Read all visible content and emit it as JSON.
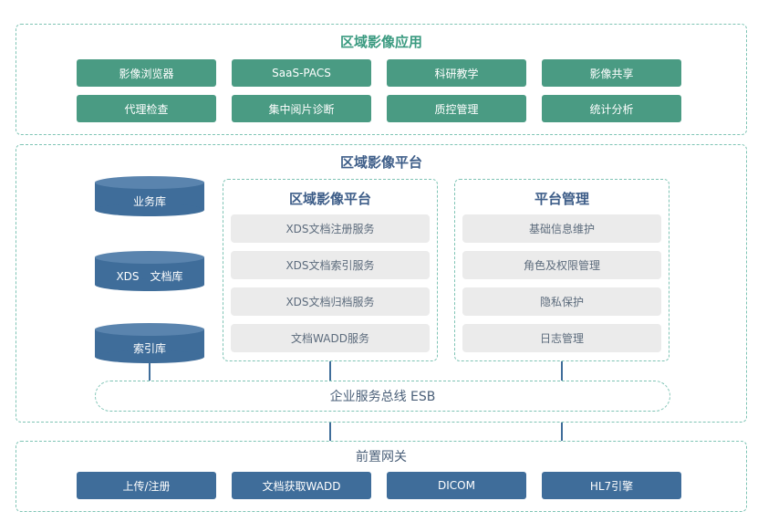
{
  "regional_app": {
    "title": "区域影像应用",
    "items": [
      "影像浏览器",
      "SaaS-PACS",
      "科研教学",
      "影像共享",
      "代理检查",
      "集中阅片诊断",
      "质控管理",
      "统计分析"
    ]
  },
  "regional_platform": {
    "title": "区域影像平台",
    "databases": [
      "业务库",
      "XDS　文档库",
      "索引库"
    ],
    "inner_platform": {
      "title": "区域影像平台",
      "services": [
        "XDS文档注册服务",
        "XDS文档索引服务",
        "XDS文档归档服务",
        "文档WADD服务"
      ]
    },
    "management": {
      "title": "平台管理",
      "services": [
        "基础信息维护",
        "角色及权限管理",
        "隐私保护",
        "日志管理"
      ]
    },
    "esb": "企业服务总线 ESB"
  },
  "gateway": {
    "title": "前置网关",
    "items": [
      "上传/注册",
      "文档获取WADD",
      "DICOM",
      "HL7引擎"
    ]
  },
  "colors": {
    "green_button": "#4a9b83",
    "blue_button": "#3f6d9a",
    "title_green": "#3a9a80",
    "title_blue": "#3d5d88",
    "dashed_border": "#7fc4b5"
  }
}
